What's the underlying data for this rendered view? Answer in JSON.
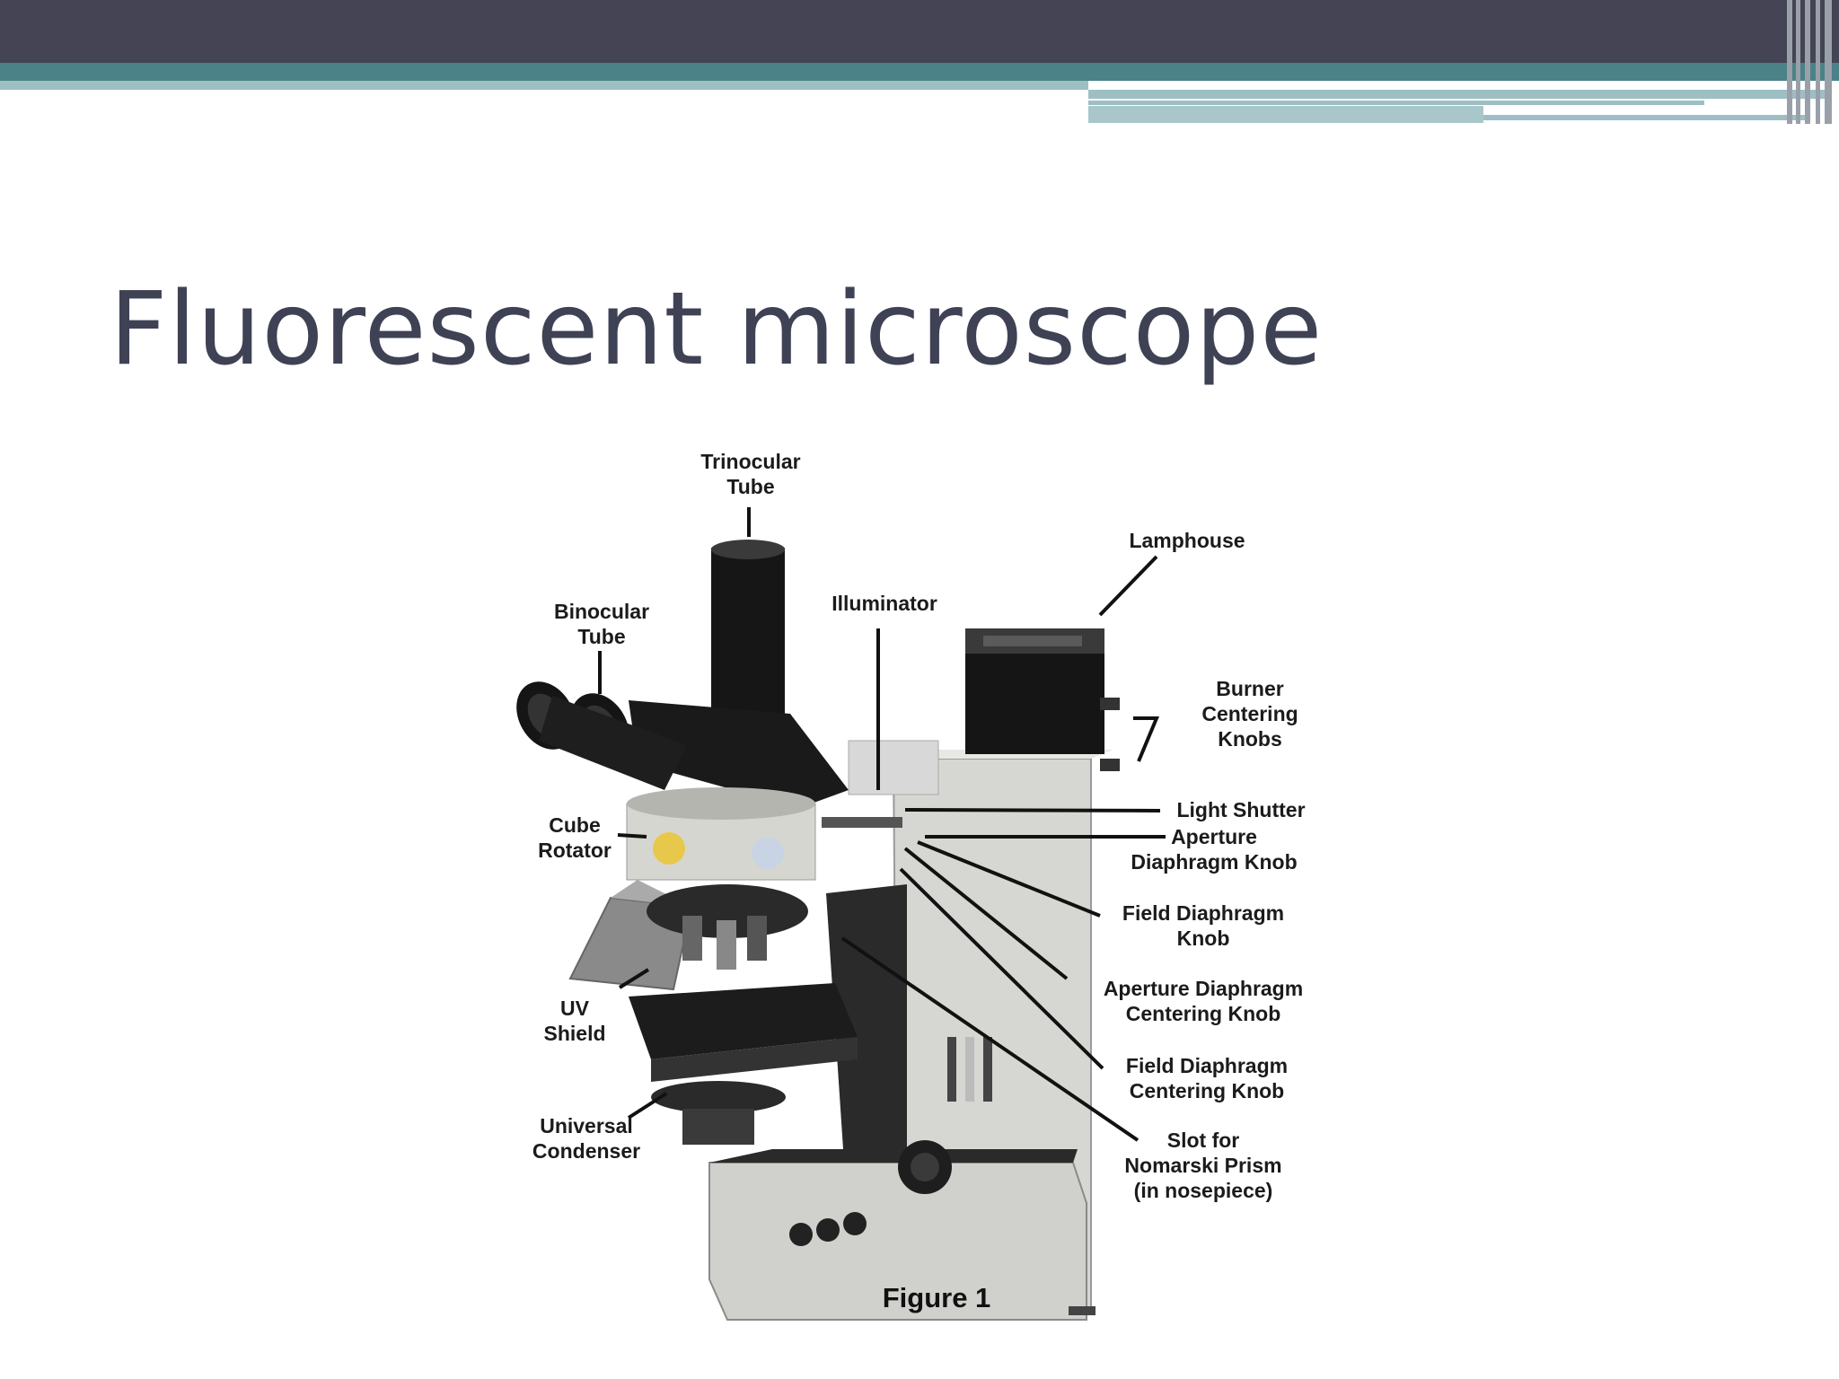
{
  "slide": {
    "title": "Fluorescent microscope",
    "colors": {
      "header_dark": "#444455",
      "header_teal": "#4a8287",
      "header_light": "#9dbfc3",
      "title_text": "#3f4254"
    }
  },
  "figure": {
    "caption": "Figure 1",
    "labels": {
      "trinocular_tube": [
        "Trinocular",
        "Tube"
      ],
      "lamphouse": [
        "Lamphouse"
      ],
      "binocular_tube": [
        "Binocular",
        "Tube"
      ],
      "illuminator": [
        "Illuminator"
      ],
      "burner_centering_knobs": [
        "Burner",
        "Centering",
        "Knobs"
      ],
      "light_shutter": [
        "Light Shutter"
      ],
      "cube_rotator": [
        "Cube",
        "Rotator"
      ],
      "aperture_diaphragm_knob": [
        "Aperture",
        "Diaphragm Knob"
      ],
      "field_diaphragm_knob": [
        "Field Diaphragm",
        "Knob"
      ],
      "aperture_diaphragm_centering_knob": [
        "Aperture Diaphragm",
        "Centering Knob"
      ],
      "uv_shield": [
        "UV",
        "Shield"
      ],
      "field_diaphragm_centering_knob": [
        "Field Diaphragm",
        "Centering Knob"
      ],
      "universal_condenser": [
        "Universal",
        "Condenser"
      ],
      "slot_for_nomarski_prism": [
        "Slot for",
        "Nomarski Prism",
        "(in nosepiece)"
      ]
    }
  }
}
